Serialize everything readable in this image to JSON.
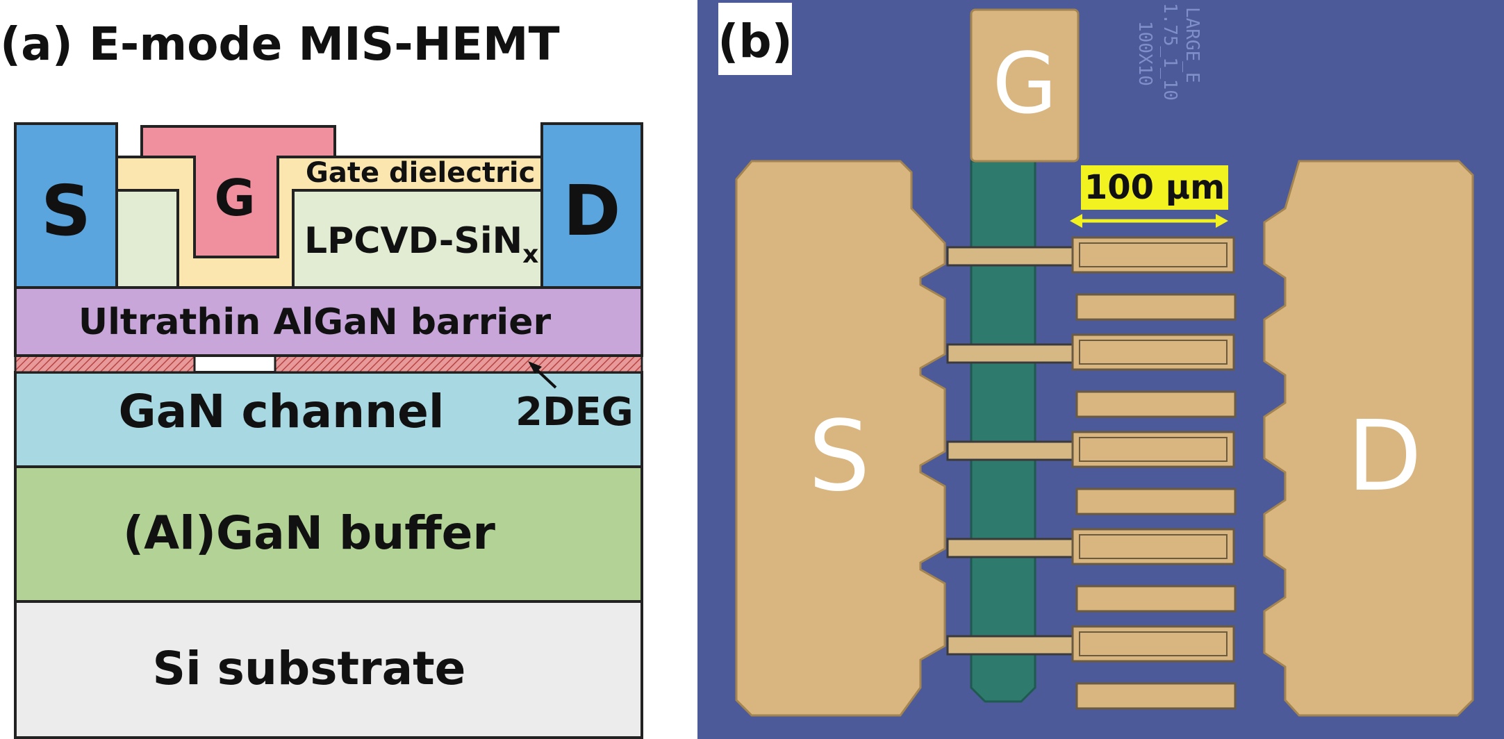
{
  "panel_a": {
    "title": "(a) E-mode MIS-HEMT",
    "source_label": "S",
    "gate_label": "G",
    "drain_label": "D",
    "gate_dielectric": "Gate dielectric",
    "lpcvd_label": "LPCVD-SiN",
    "lpcvd_subscript": "x",
    "barrier": "Ultrathin AlGaN barrier",
    "twodeg": "2DEG",
    "channel": "GaN channel",
    "buffer": "(Al)GaN buffer",
    "substrate": "Si substrate"
  },
  "panel_b": {
    "label": "(b)",
    "gate_label": "G",
    "source_label": "S",
    "drain_label": "D",
    "scale_label": "100 μm",
    "chip_text_1": "LARGE_E",
    "chip_text_2": "1.75_1_10",
    "chip_text_3": "100X10"
  },
  "colors": {
    "source_drain": "#5aa5de",
    "gate": "#f08f9e",
    "dielectric": "#fbe6b0",
    "lpcvd": "#e2ecd2",
    "barrier": "#c8a6da",
    "channel": "#a8d8e2",
    "buffer": "#b3d396",
    "substrate": "#ececec",
    "twodeg": "#d46a6a",
    "photo_bg": "#4d5a99",
    "metal": "#d9b57f",
    "gate_bus": "#2e7b6e",
    "scale_bg": "#f2f221"
  }
}
